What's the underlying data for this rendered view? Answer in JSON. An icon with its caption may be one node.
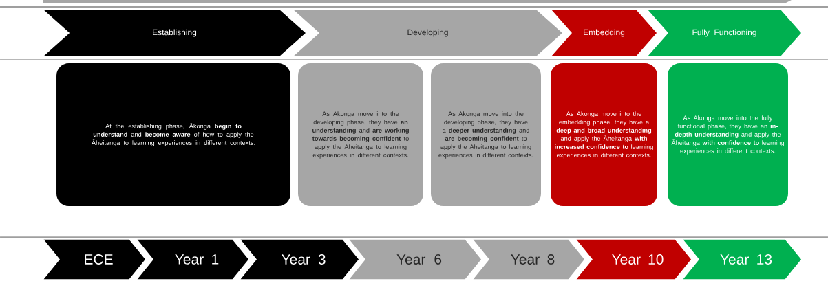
{
  "diagram": {
    "nodes": [
      {
        "text": [
          "Establishing"
        ]
      },
      {
        "text": [
          "Developing"
        ]
      },
      {
        "text": [
          "Embedding"
        ]
      },
      {
        "text": [
          "Fully Functioning"
        ]
      },
      {
        "text": [
          "At the establishing phase, Ākonga **begin to understand** and **become aware** of how to apply the Āheitanga to learning experiences in different contexts."
        ]
      },
      {
        "text": [
          "As Ākonga move into the developing phase, they have **an understanding** and **are working towards becoming confident** to apply the Āheitanga to learning experiences in different contexts."
        ]
      },
      {
        "text": [
          "As Ākonga move into the developing phase, they have a **deeper understanding** and **are becoming confident** to apply the Āheitanga to learning experiences in different contexts."
        ]
      },
      {
        "text": [
          "As Ākonga move into the embedding phase, they have a **deep and broad understanding** and apply the Āheitanga **with increased confidence to** learning experiences in different contexts."
        ]
      },
      {
        "text": [
          "As Ākonga move into the fully functional phase, they have an **in-depth understanding** and apply the Āheitanga **with confidence to** learning experiences in different contexts."
        ]
      },
      {
        "text": [
          "ECE"
        ]
      },
      {
        "text": [
          "Year 1"
        ]
      },
      {
        "text": [
          "Year 3"
        ]
      },
      {
        "text": [
          "Year 6"
        ]
      },
      {
        "text": [
          "Year 8"
        ]
      },
      {
        "text": [
          "Year 10"
        ]
      },
      {
        "text": [
          "Year 13"
        ]
      }
    ]
  }
}
